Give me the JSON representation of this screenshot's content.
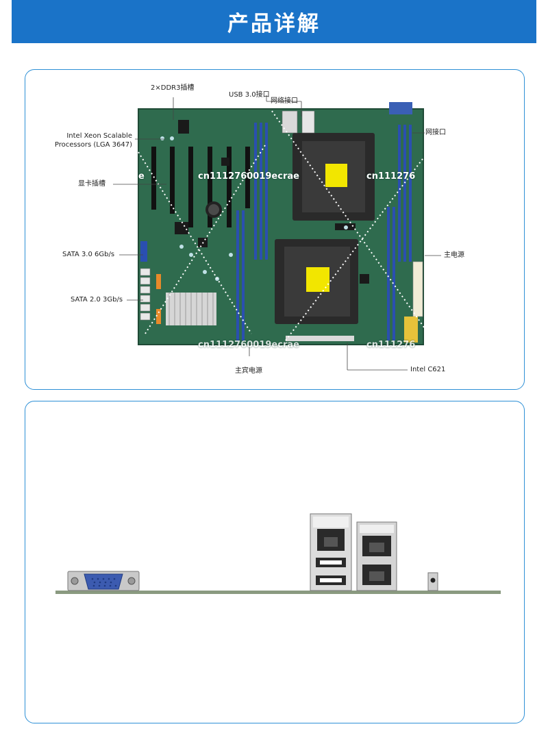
{
  "header": {
    "title": "产品详解"
  },
  "board_labels": {
    "ddr_slots": "2×DDR3插槽",
    "usb_port": "USB 3.0接口",
    "lan_port": "网络接口",
    "cpu_line1": "Intel Xeon Scalable",
    "cpu_line2": "Processors (LGA 3647)",
    "gpu_slot": "显卡插槽",
    "sata3": "SATA 3.0 6Gb/s",
    "sata2": "SATA 2.0 3Gb/s",
    "lan_port_right": "网接口",
    "main_power": "主电源",
    "main_power_bottom": "主宾电源",
    "chipset": "Intel C621"
  },
  "watermark": {
    "text_full": "cn1112760019ecrae",
    "text_right": "cn111276",
    "text_left": "e",
    "text_bottom_mid": "cn1112760019ecrae",
    "text_bottom_right": "cn111276"
  },
  "colors": {
    "banner": "#1a73c8",
    "panel_border": "#2c8fd6",
    "pcb": "#2f6b4e",
    "dimm_blue": "#2a4fb0"
  }
}
